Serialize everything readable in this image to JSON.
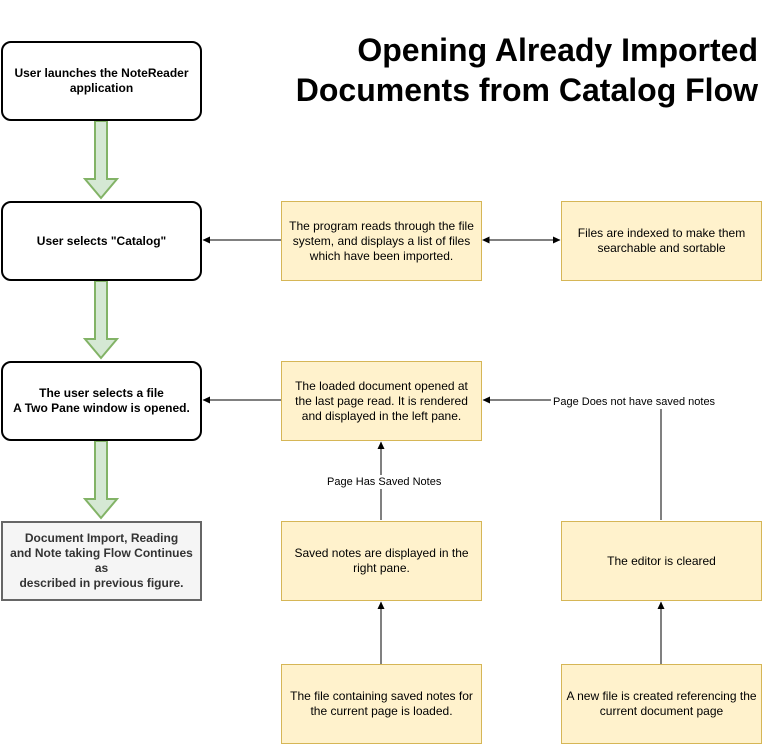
{
  "title": {
    "line1": "Opening Already Imported",
    "line2": "Documents from Catalog Flow"
  },
  "steps": {
    "launch": "User launches the NoteReader application",
    "select_catalog": "User selects \"Catalog\"",
    "select_file_line1": "The user selects a file",
    "select_file_line2": "A Two Pane window is opened.",
    "continue_line1": "Document Import, Reading",
    "continue_line2": "and Note taking Flow Continues as",
    "continue_line3": "described in previous figure."
  },
  "notes": {
    "program_reads": "The program reads through the file system, and displays a list of files which have been imported.",
    "files_indexed": "Files are indexed to make them searchable and sortable",
    "loaded_document": "The loaded document opened at the last page read. It is rendered and displayed in the left pane.",
    "saved_notes_displayed": "Saved notes are displayed in the right pane.",
    "editor_cleared": "The editor is cleared",
    "file_loaded": "The file containing saved notes for the current page is loaded.",
    "new_file_created": "A new file is created referencing the current document page"
  },
  "edge_labels": {
    "has_saved_notes": "Page Has Saved Notes",
    "no_saved_notes": "Page Does not have saved notes"
  },
  "colors": {
    "note_fill": "#fff2cc",
    "note_stroke": "#d6b656",
    "flow_arrow_fill": "#d5e8d4",
    "flow_arrow_stroke": "#82b366",
    "final_fill": "#f5f5f5"
  }
}
